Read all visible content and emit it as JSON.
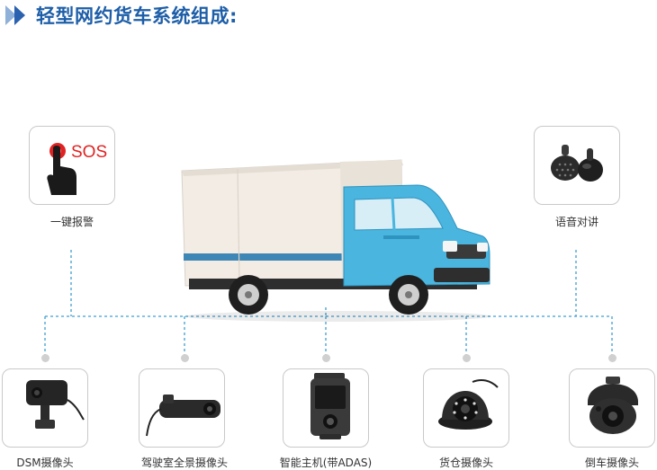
{
  "title": "轻型网约货车系统组成:",
  "colors": {
    "accent": "#1d5ea8",
    "connector": "#3f9fd0",
    "truck_cab": "#4ab5de"
  },
  "top_devices": [
    {
      "id": "sos",
      "label": "一键报警",
      "icon": "sos-button-icon",
      "icon_text": "SOS"
    },
    {
      "id": "intercom",
      "label": "语音对讲",
      "icon": "speaker-microphone-icon"
    }
  ],
  "bottom_devices": [
    {
      "id": "dsm",
      "label": "DSM摄像头",
      "icon": "dsm-camera-icon"
    },
    {
      "id": "cabin",
      "label": "驾驶室全景摄像头",
      "icon": "cabin-camera-icon"
    },
    {
      "id": "host",
      "label": "智能主机(带ADAS)",
      "icon": "smart-host-icon"
    },
    {
      "id": "cargo",
      "label": "货仓摄像头",
      "icon": "dome-camera-icon"
    },
    {
      "id": "reverse",
      "label": "倒车摄像头",
      "icon": "reverse-camera-icon"
    }
  ]
}
